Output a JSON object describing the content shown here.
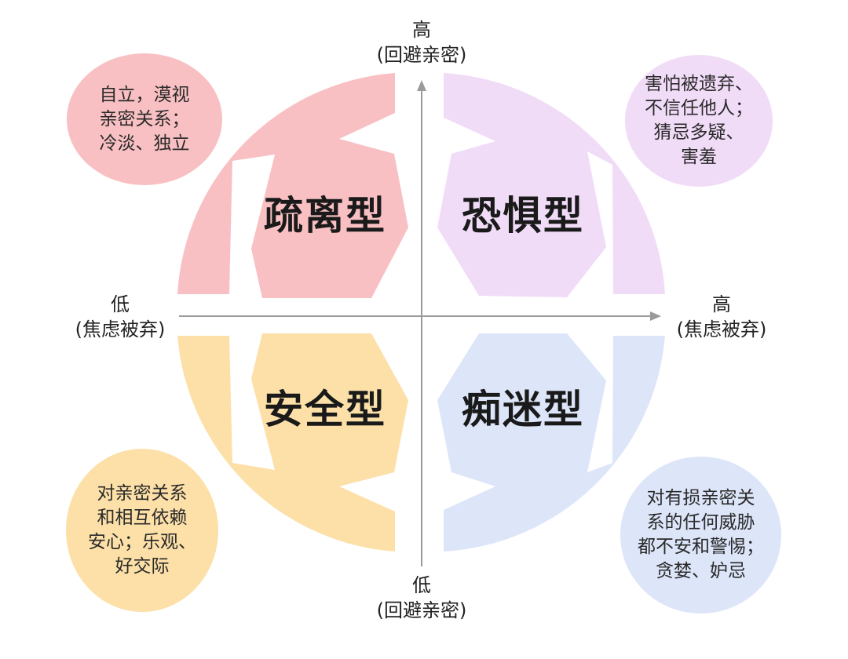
{
  "axes": {
    "y_top": {
      "level": "高",
      "name": "(回避亲密)"
    },
    "y_bottom": {
      "level": "低",
      "name": "(回避亲密)"
    },
    "x_left": {
      "level": "低",
      "name": "(焦虑被弃)"
    },
    "x_right": {
      "level": "高",
      "name": "(焦虑被弃)"
    }
  },
  "quadrants": {
    "top_left": {
      "name": "疏离型",
      "color": "#f9c0c3",
      "description": "自立，漠视\n亲密关系；\n冷淡、独立"
    },
    "top_right": {
      "name": "恐惧型",
      "color": "#f1dcf8",
      "description": "害怕被遗弃、\n不信任他人；\n猜忌多疑、\n害羞"
    },
    "bottom_left": {
      "name": "安全型",
      "color": "#fce0a8",
      "description": "对亲密关系\n和相互依赖\n安心；乐观、\n好交际"
    },
    "bottom_right": {
      "name": "痴迷型",
      "color": "#dde5f9",
      "description": "对有损亲密关\n系的任何威胁\n都不安和警惕；\n贪婪、妒忌"
    }
  },
  "colors": {
    "axis": "#9a9a9a",
    "text": "#222222"
  }
}
